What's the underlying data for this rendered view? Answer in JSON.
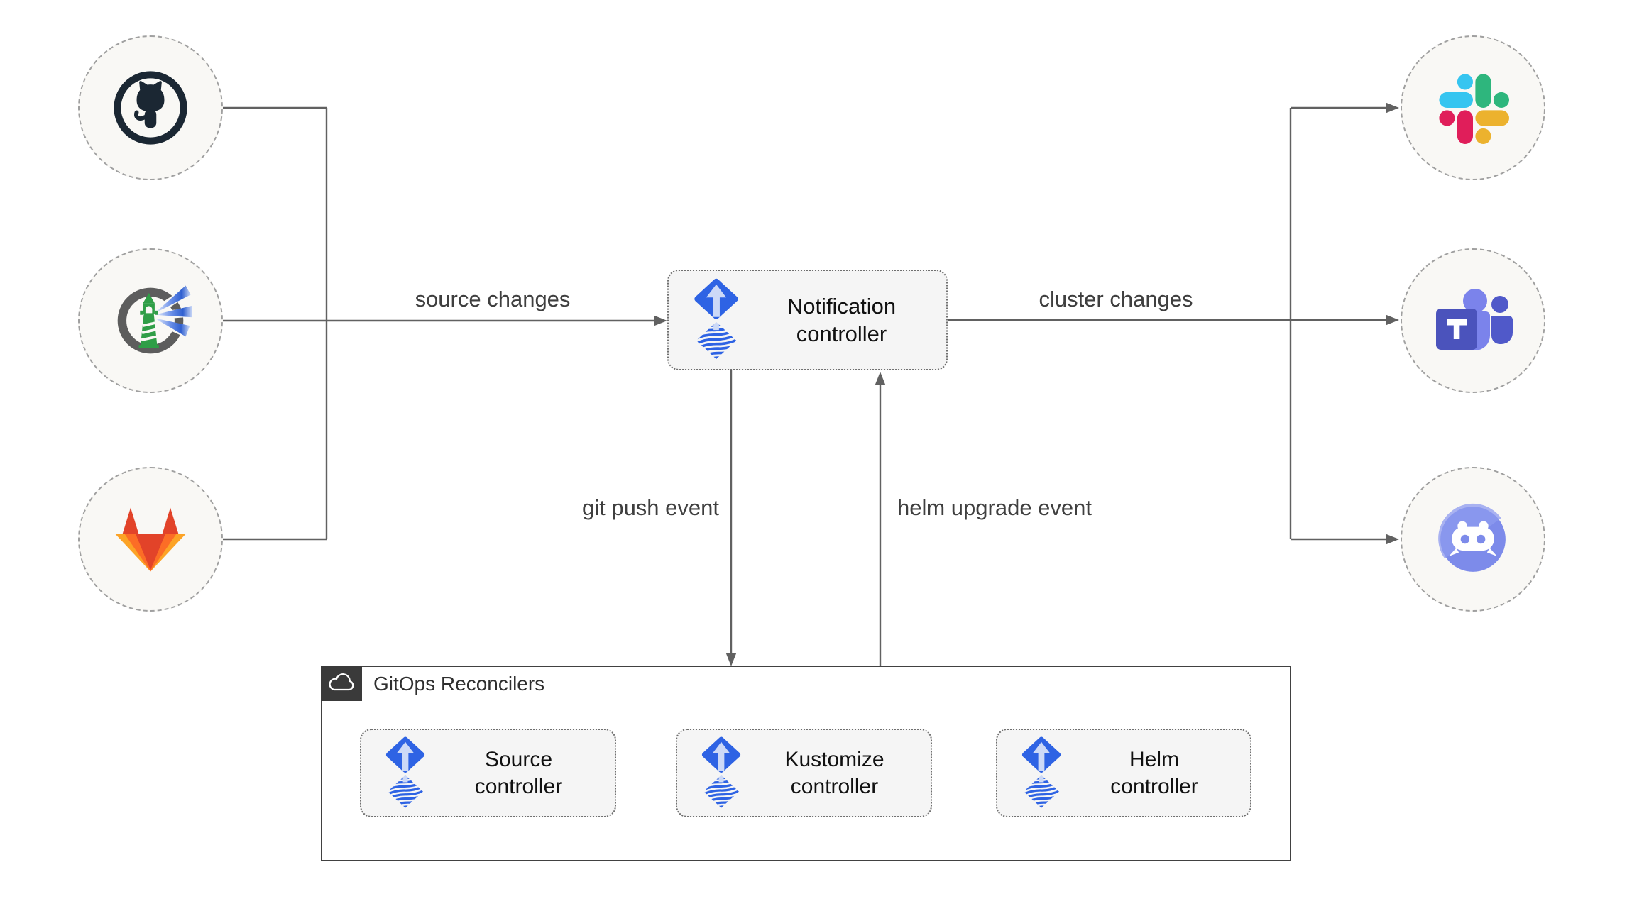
{
  "diagram": {
    "sources": [
      {
        "icon": "github-icon"
      },
      {
        "icon": "harbor-lighthouse-icon"
      },
      {
        "icon": "gitlab-icon"
      }
    ],
    "targets": [
      {
        "icon": "slack-icon"
      },
      {
        "icon": "teams-icon"
      },
      {
        "icon": "discord-icon"
      }
    ],
    "notification_controller": {
      "label": "Notification\ncontroller"
    },
    "group": {
      "label": "GitOps Reconcilers"
    },
    "reconcilers": [
      {
        "label": "Source\ncontroller"
      },
      {
        "label": "Kustomize\ncontroller"
      },
      {
        "label": "Helm\ncontroller"
      }
    ],
    "edge_labels": {
      "source_changes": "source changes",
      "cluster_changes": "cluster changes",
      "git_push": "git push event",
      "helm_upgrade": "helm upgrade event"
    },
    "colors": {
      "line": "#616161",
      "node_fill": "#f9f8f5",
      "circle_border": "#a0a0a0",
      "box_fill": "#f5f5f5",
      "box_border": "#6f6f6f",
      "box_text": "#111111",
      "edge_text": "#3f3f3f",
      "gitops_border": "#414141",
      "gitops_text": "#2f2f2f",
      "badge_bg": "#3a3a3a",
      "flux_blue": "#2e63e4",
      "flux_arrow": "#ccd9f7",
      "github_dark": "#1b2733",
      "harbor_green": "#2f9e47",
      "harbor_ring": "#5d5d5d",
      "gitlab_red": "#e24329",
      "gitlab_orange": "#fc6d26",
      "gitlab_yellow": "#fca326",
      "slack_blue": "#36c5f0",
      "slack_green": "#2eb67d",
      "slack_pink": "#e01e5a",
      "slack_yellow": "#ecb22e",
      "teams_indigo": "#4b53bc",
      "teams_purple": "#7b83eb",
      "teams_dark": "#5059c9",
      "discord_blurple": "#7d8bea"
    }
  }
}
